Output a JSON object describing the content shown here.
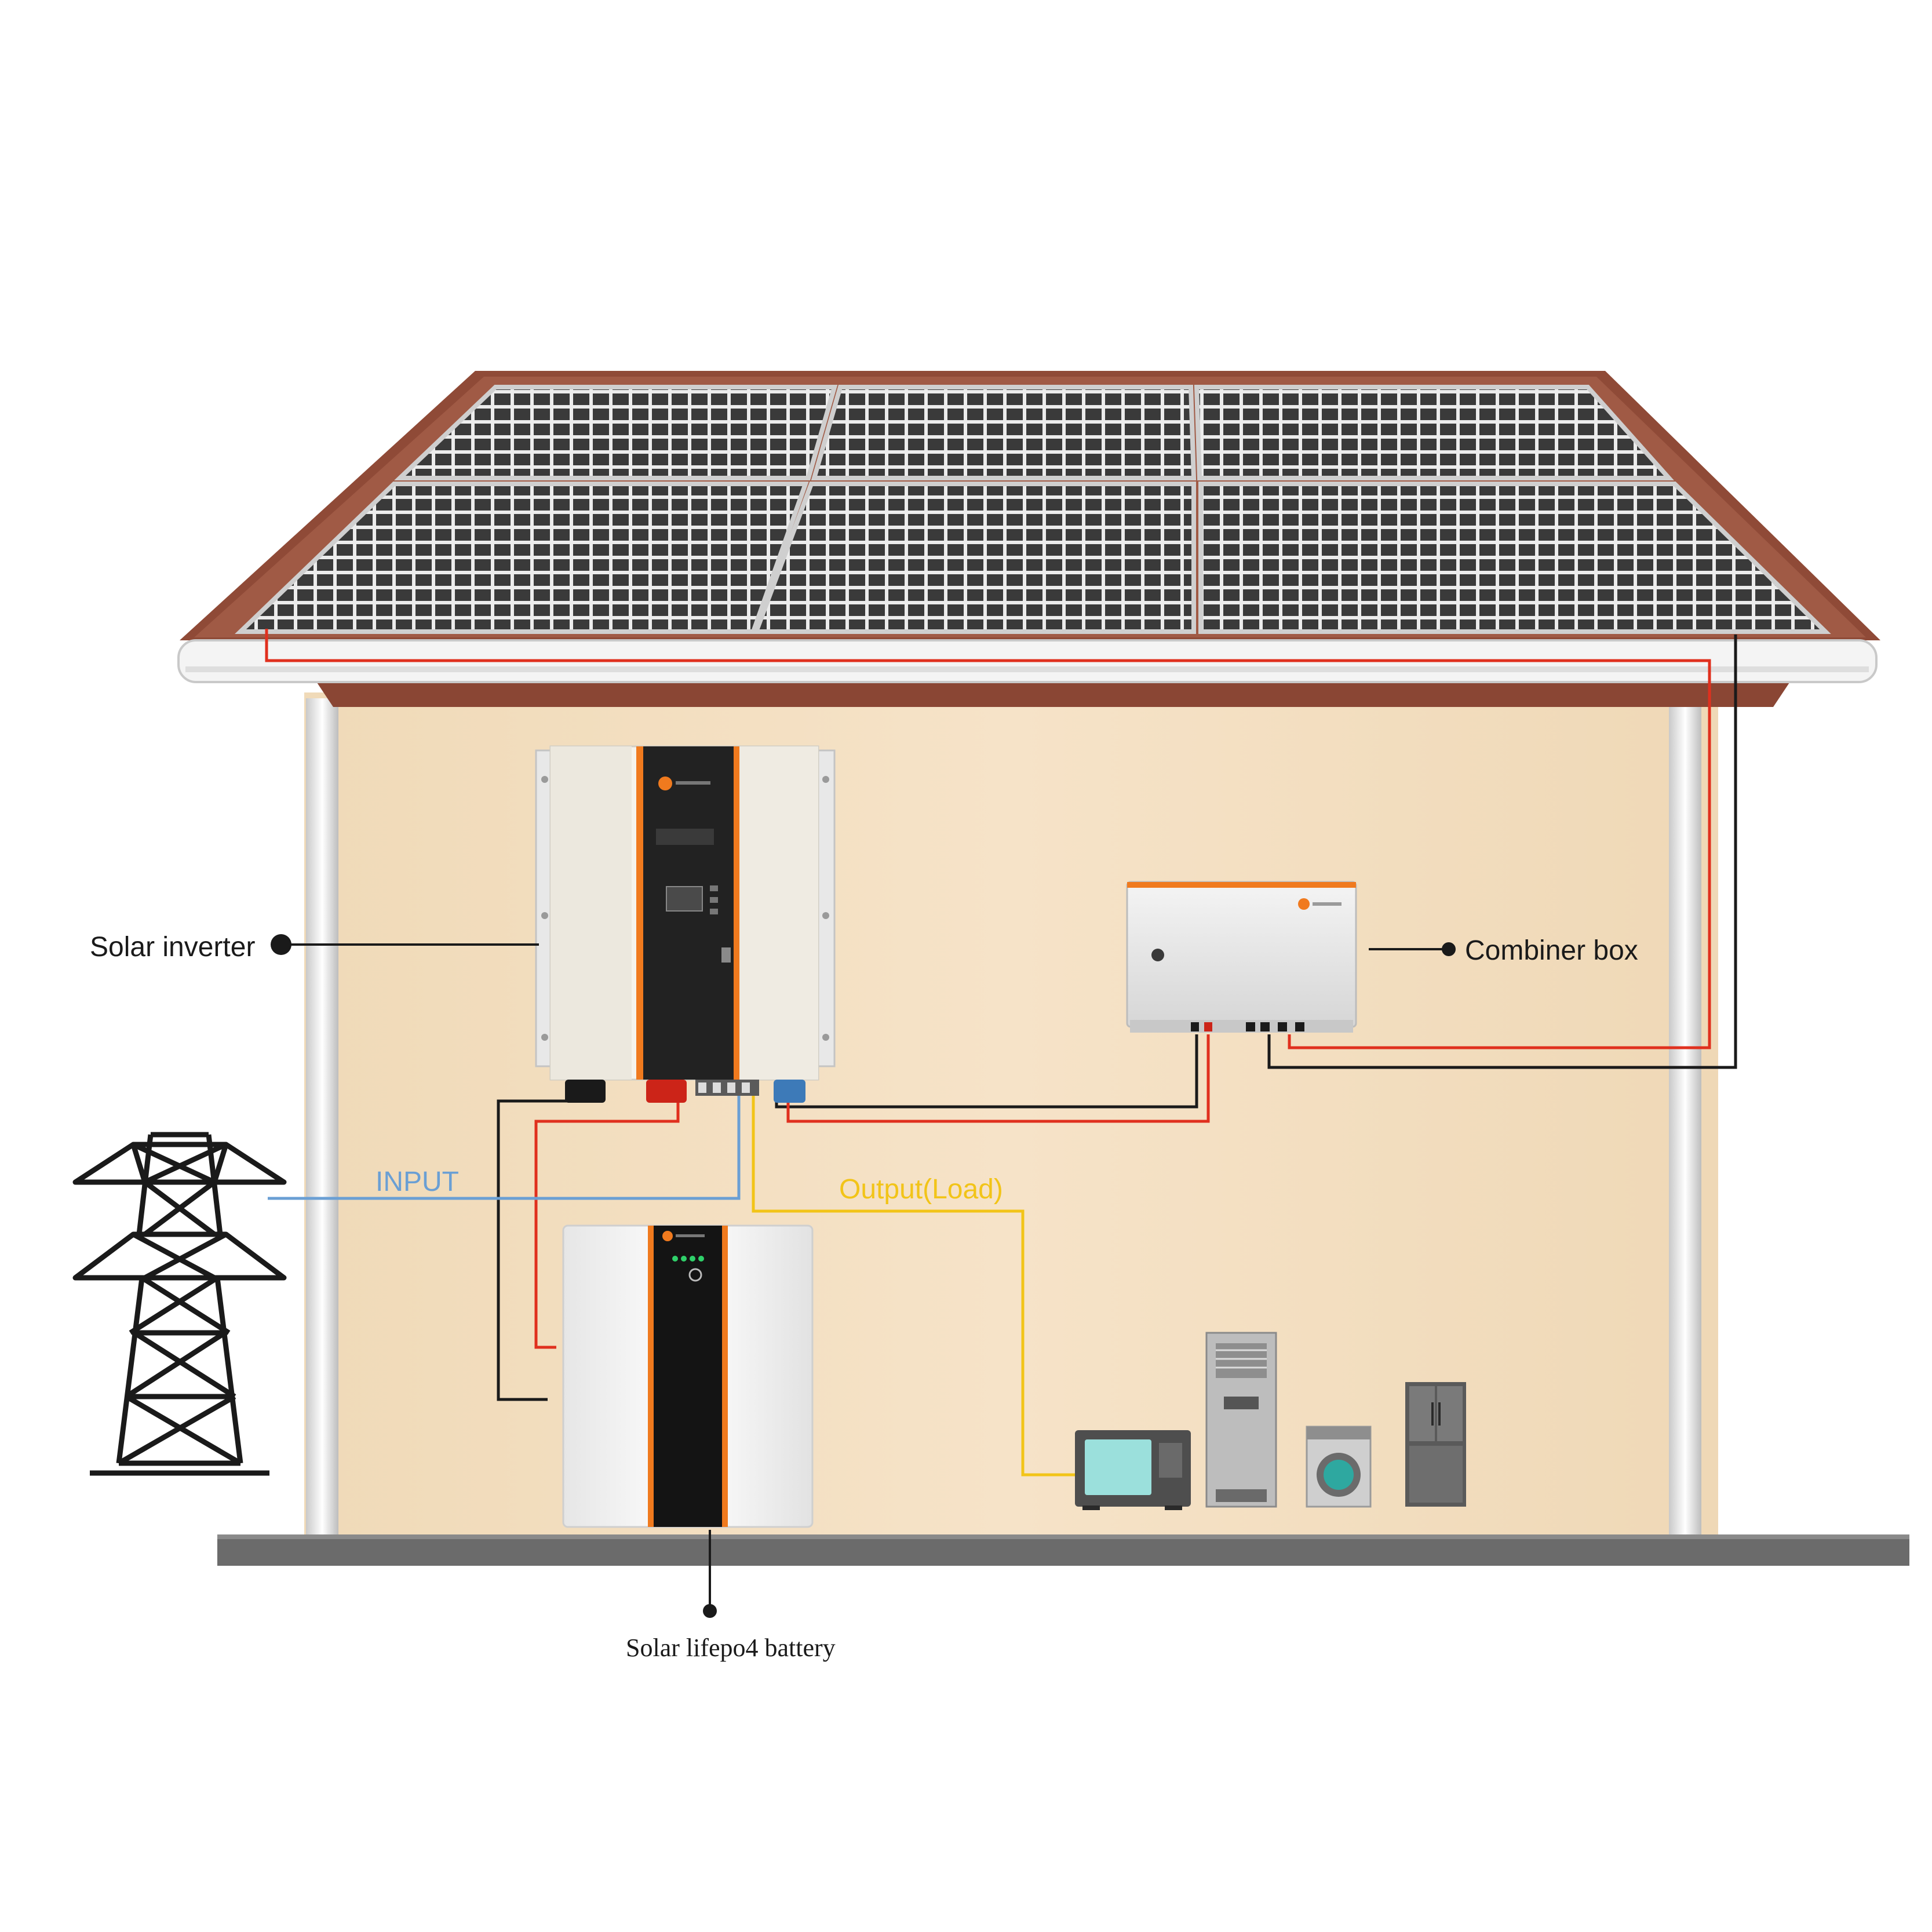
{
  "labels": {
    "solar_inverter": "Solar inverter",
    "combiner_box": "Combiner box",
    "battery": "Solar lifepo4 battery",
    "input": "INPUT",
    "output": "Output(Load)"
  },
  "colors": {
    "wall": "#f5e1c4",
    "roof_tile": "#8a4634",
    "panel_cell": "#3c3c3c",
    "panel_frame": "#d8d8d8",
    "wire_red": "#e0301e",
    "wire_black": "#1a1a1a",
    "wire_blue": "#6a9fd4",
    "wire_yellow": "#f2c418",
    "accent_orange": "#f07a1e",
    "ground": "#6b6b6b",
    "tower": "#1a1a1a"
  }
}
